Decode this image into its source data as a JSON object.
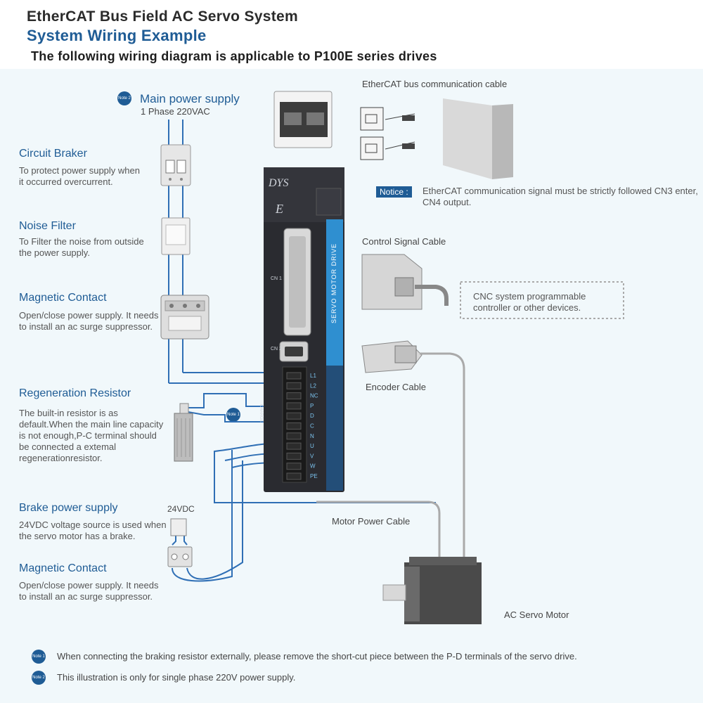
{
  "header": {
    "title": "EtherCAT Bus Field AC Servo System",
    "subtitle": "System Wiring Example",
    "applicability": "The following wiring diagram is applicable to P100E  series drives"
  },
  "main_power": {
    "note_badge": "Note 2",
    "title": "Main power supply",
    "spec": "1 Phase 220VAC"
  },
  "left_components": [
    {
      "title": "Circuit Braker",
      "desc": "To protect power supply when it occurred overcurrent."
    },
    {
      "title": "Noise Filter",
      "desc": "To Filter the noise from outside the power supply."
    },
    {
      "title": "Magnetic Contact",
      "desc": "Open/close power supply. It needs to install an ac surge suppressor."
    },
    {
      "title": "Regeneration Resistor",
      "desc": "The built-in resistor is as default.When the main line capacity is not enough,P-C terminal should be connected a extemal regenerationresistor."
    },
    {
      "title": "Brake power supply",
      "desc": "24VDC voltage source is used when the servo motor has a brake."
    },
    {
      "title": "Magnetic Contact",
      "desc": "Open/close power supply. It needs to install an ac surge suppressor."
    }
  ],
  "brake_voltage": "24VDC",
  "note1_badge": "Note 1",
  "drive": {
    "brand": "DYS",
    "side_label": "SERVO MOTOR DRIVE",
    "cn1": "CN 1",
    "cn2": "CN 2",
    "charge": "CHARGE",
    "terminals": [
      "L1",
      "L2",
      "NC",
      "P",
      "D",
      "C",
      "N",
      "U",
      "V",
      "W",
      "PE"
    ]
  },
  "right_labels": {
    "ethercat_cable": "EtherCAT bus communication cable",
    "notice_badge": "Notice :",
    "notice_text": "EtherCAT communication signal must be strictly followed CN3 enter, CN4 output.",
    "control_cable": "Control Signal Cable",
    "cnc_box": "CNC  system programmable controller or other devices.",
    "encoder_cable": "Encoder Cable",
    "motor_power_cable": "Motor Power Cable",
    "servo_motor": "AC Servo Motor"
  },
  "footnotes": [
    {
      "badge": "Note 1",
      "text": "When connecting the braking resistor externally, please remove the short-cut piece between the P-D terminals of the servo drive."
    },
    {
      "badge": "Note 2",
      "text": "This illustration is only for single phase 220V power supply."
    }
  ],
  "colors": {
    "accent_blue": "#1f5c95",
    "drive_body": "#2a2b30",
    "drive_stripe": "#2f8fd0",
    "wire": "#2f6fb5",
    "panel_bg": "#f1f8fb"
  }
}
